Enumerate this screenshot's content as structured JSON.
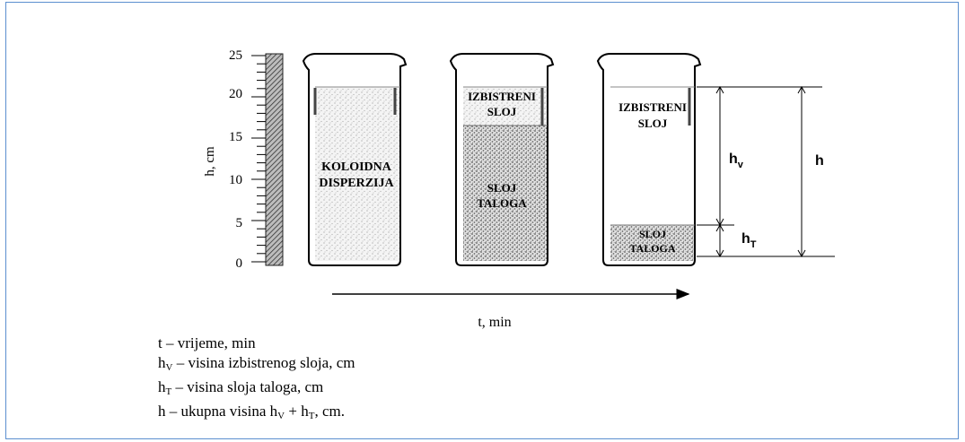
{
  "axis": {
    "ylabel": "h, cm",
    "ticks": [
      "25",
      "20",
      "15",
      "10",
      "5",
      "0"
    ],
    "xlabel": "t, min"
  },
  "beakers": {
    "b1": {
      "line1": "KOLOIDNA",
      "line2": "DISPERZIJA"
    },
    "b2": {
      "top1": "IZBISTRENI",
      "top2": "SLOJ",
      "bot1": "SLOJ",
      "bot2": "TALOGA"
    },
    "b3": {
      "top1": "IZBISTRENI",
      "top2": "SLOJ",
      "bot1": "SLOJ",
      "bot2": "TALOGA"
    }
  },
  "dimensions": {
    "h": "h",
    "hv": "h",
    "hv_sub": "v",
    "ht": "h",
    "ht_sub": "T"
  },
  "legend": [
    {
      "main": "t – vrijeme, min"
    },
    {
      "pre": "h",
      "sub": "V",
      "post": " – visina izbistrenog sloja, cm"
    },
    {
      "pre": "h",
      "sub": "T",
      "post": " – visina sloja taloga, cm"
    },
    {
      "pre": "h – ukupna visina h",
      "sub": "V",
      "mid": " + h",
      "sub2": "T",
      "post": ", cm."
    }
  ]
}
